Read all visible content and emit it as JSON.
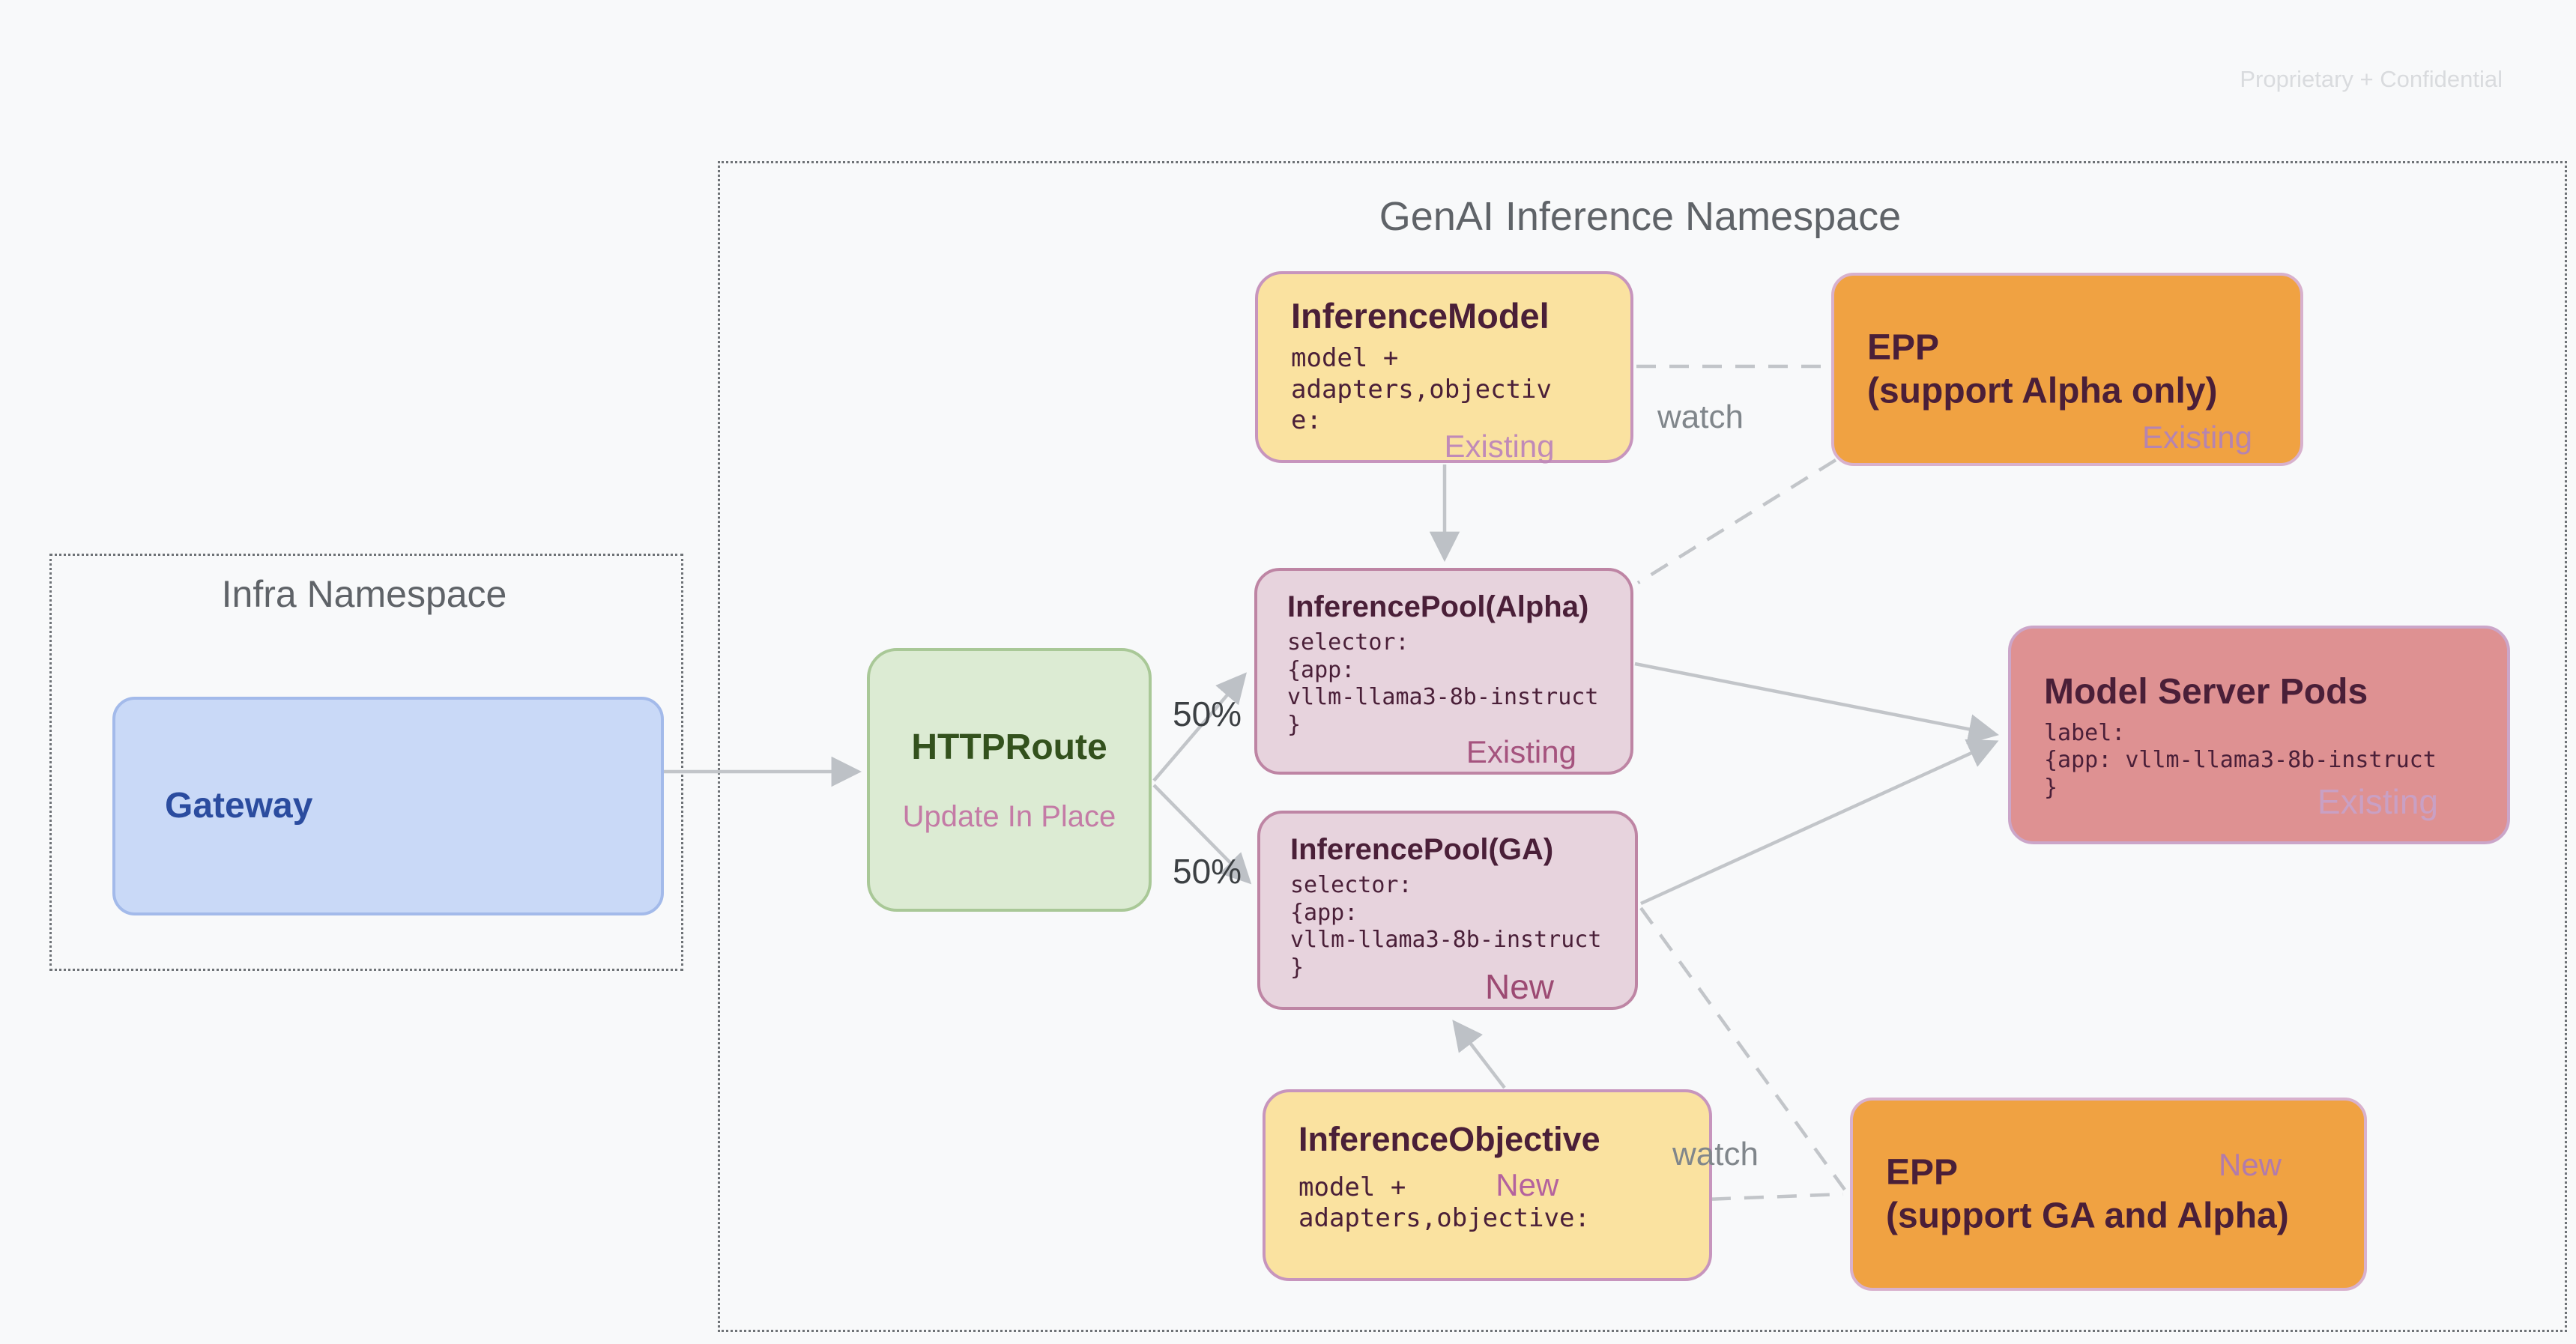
{
  "watermark": "Proprietary + Confidential",
  "infra_namespace": {
    "title": "Infra Namespace",
    "gateway": {
      "title": "Gateway"
    }
  },
  "genai_namespace": {
    "title": "GenAI Inference Namespace"
  },
  "nodes": {
    "httproute": {
      "title": "HTTPRoute",
      "subtitle": "Update In Place"
    },
    "inference_model": {
      "title": "InferenceModel",
      "body": "model +\nadapters,objectiv\ne:",
      "tag": "Existing"
    },
    "epp_alpha": {
      "title": "EPP\n(support Alpha only)",
      "tag": "Existing"
    },
    "inference_pool_alpha": {
      "title": "InferencePool(Alpha)",
      "body": "selector:\n{app:\nvllm-llama3-8b-instruct\n}",
      "tag": "Existing"
    },
    "inference_pool_ga": {
      "title": "InferencePool(GA)",
      "body": "selector:\n{app:\nvllm-llama3-8b-instruct\n}",
      "tag": "New"
    },
    "model_server_pods": {
      "title": "Model Server Pods",
      "body": "label:\n{app: vllm-llama3-8b-instruct\n}",
      "tag": "Existing"
    },
    "inference_objective": {
      "title": "InferenceObjective",
      "body_line1": "model +",
      "body_line2": "adapters,objective:",
      "tag": "New"
    },
    "epp_ga": {
      "title": "EPP\n(support GA and Alpha)",
      "tag": "New"
    }
  },
  "edge_labels": {
    "watch_top": "watch",
    "watch_bottom": "watch",
    "split_top": "50%",
    "split_bottom": "50%"
  },
  "colors": {
    "background": "#F8F9FA",
    "yellow_fill": "#FAE2A0",
    "orange_fill": "#F0A242",
    "mauve_fill": "#E7D3DD",
    "salmon_fill": "#DE9192",
    "green_fill": "#DCEBD3",
    "blue_fill": "#C9D9F7",
    "dark_plum_text": "#4A1F38",
    "green_text": "#33511D",
    "blue_text": "#2B4C9F",
    "gray_text": "#5F6368",
    "connector_gray": "#C2C5C9",
    "tag_pink": "#B584B1",
    "tag_rose": "#A5537E"
  }
}
